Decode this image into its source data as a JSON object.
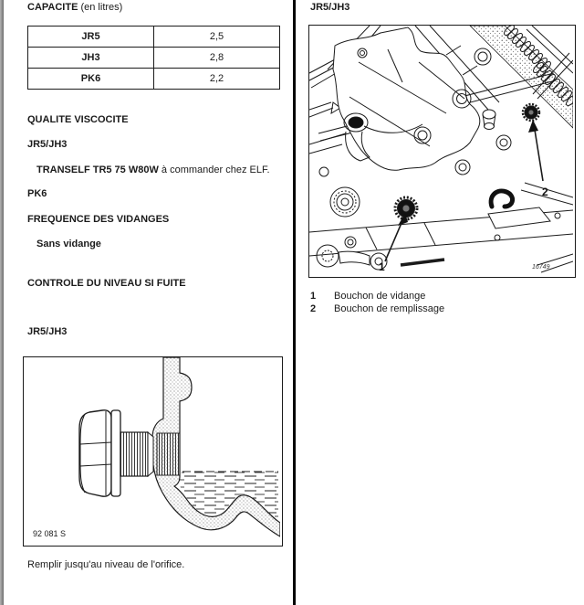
{
  "colors": {
    "text": "#1b1b1b",
    "line": "#1b1b1b",
    "divider": "#000000",
    "page_edge": "#8f8f8f"
  },
  "left": {
    "capacity": {
      "title_bold": "CAPACITE",
      "title_rest": " (en litres)",
      "rows": [
        {
          "model": "JR5",
          "value": "2,5"
        },
        {
          "model": "JH3",
          "value": "2,8"
        },
        {
          "model": "PK6",
          "value": "2,2"
        }
      ]
    },
    "quality_heading": "QUALITE VISCOCITE",
    "variant_1": "JR5/JH3",
    "oil_spec_bold": "TRANSELF TR5 75 W80W",
    "oil_spec_rest": " à commander chez ELF.",
    "variant_2": "PK6",
    "drain_heading": "FREQUENCE DES VIDANGES",
    "drain_note": "Sans vidange",
    "level_heading": "CONTROLE DU NIVEAU SI FUITE",
    "level_variant": "JR5/JH3",
    "figure_ref": "92 081 S",
    "caption": "Remplir jusqu'au niveau de l'orifice."
  },
  "right": {
    "heading": "JR5/JH3",
    "figure_ref": "16749",
    "callouts": {
      "one": "1",
      "two": "2"
    },
    "legend": [
      {
        "num": "1",
        "label": "Bouchon de vidange"
      },
      {
        "num": "2",
        "label": "Bouchon de remplissage"
      }
    ]
  }
}
